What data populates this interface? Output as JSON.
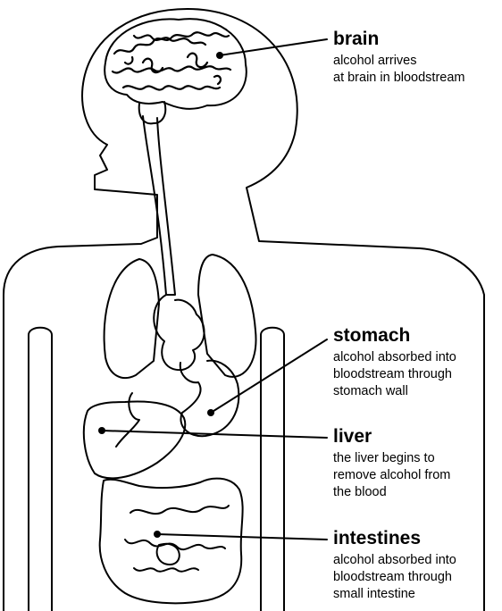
{
  "labels": {
    "brain": {
      "title": "brain",
      "description": "alcohol arrives\nat brain in bloodstream"
    },
    "stomach": {
      "title": "stomach",
      "description": "alcohol absorbed into\nbloodstream through\nstomach wall"
    },
    "liver": {
      "title": "liver",
      "description": "the liver begins to\nremove alcohol from\nthe blood"
    },
    "intestines": {
      "title": "intestines",
      "description": "alcohol absorbed into\nbloodstream through\nsmall intestine"
    }
  },
  "colors": {
    "ink": "#000000",
    "background": "#ffffff"
  }
}
